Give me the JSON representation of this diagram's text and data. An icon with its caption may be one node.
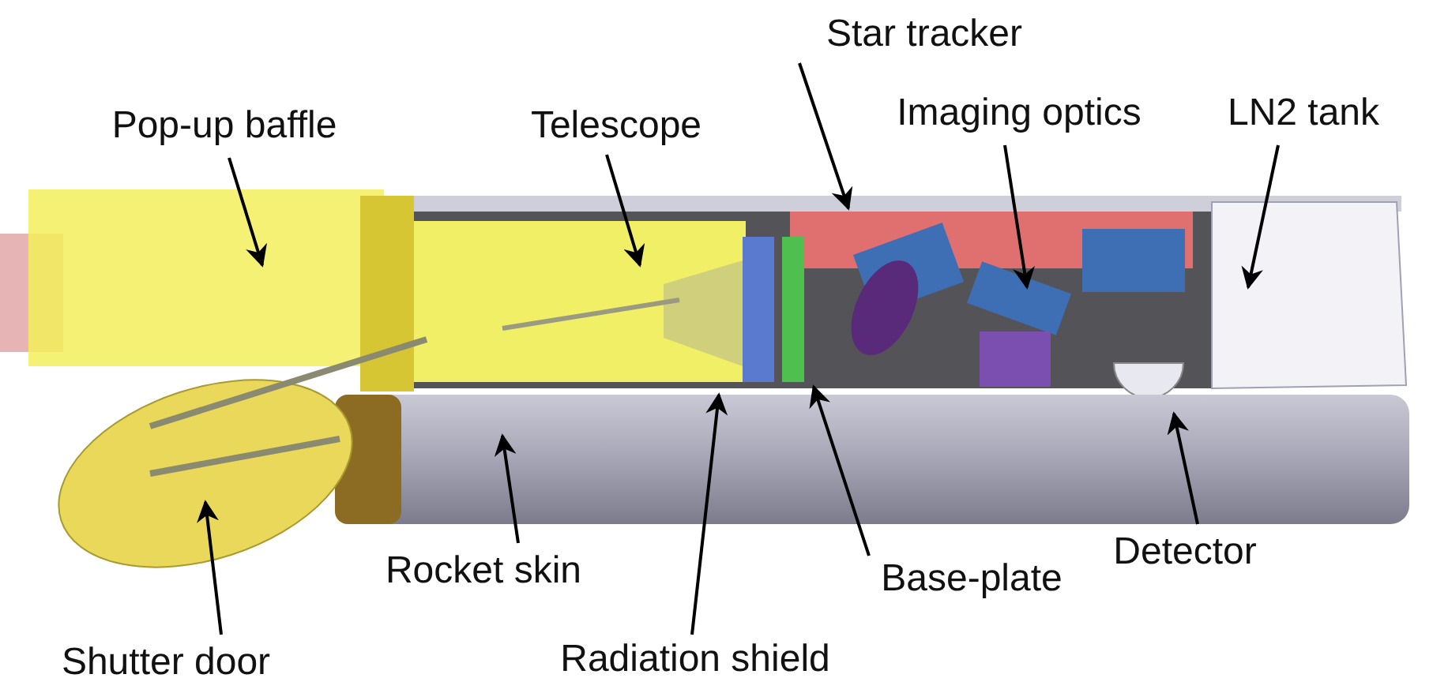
{
  "diagram": {
    "nodes": [
      {
        "text": [
          "Pop-up baffle"
        ]
      },
      {
        "text": [
          "Telescope"
        ]
      },
      {
        "text": [
          "Star tracker"
        ]
      },
      {
        "text": [
          "Imaging optics"
        ]
      },
      {
        "text": [
          "LN2 tank"
        ]
      },
      {
        "text": [
          "Rocket skin"
        ]
      },
      {
        "text": [
          "Radiation shield"
        ]
      },
      {
        "text": [
          "Base-plate"
        ]
      },
      {
        "text": [
          "Detector"
        ]
      },
      {
        "text": [
          "Shutter door"
        ]
      }
    ],
    "edges": [
      {
        "from": 0,
        "to": null,
        "arrow": "to"
      },
      {
        "from": 1,
        "to": null,
        "arrow": "to"
      },
      {
        "from": 2,
        "to": null,
        "arrow": "to"
      },
      {
        "from": 3,
        "to": null,
        "arrow": "to"
      },
      {
        "from": 4,
        "to": null,
        "arrow": "to"
      },
      {
        "from": 5,
        "to": null,
        "arrow": "to"
      },
      {
        "from": 6,
        "to": null,
        "arrow": "to"
      },
      {
        "from": 7,
        "to": null,
        "arrow": "to"
      },
      {
        "from": 8,
        "to": null,
        "arrow": "to"
      },
      {
        "from": 9,
        "to": null,
        "arrow": "to"
      }
    ]
  }
}
